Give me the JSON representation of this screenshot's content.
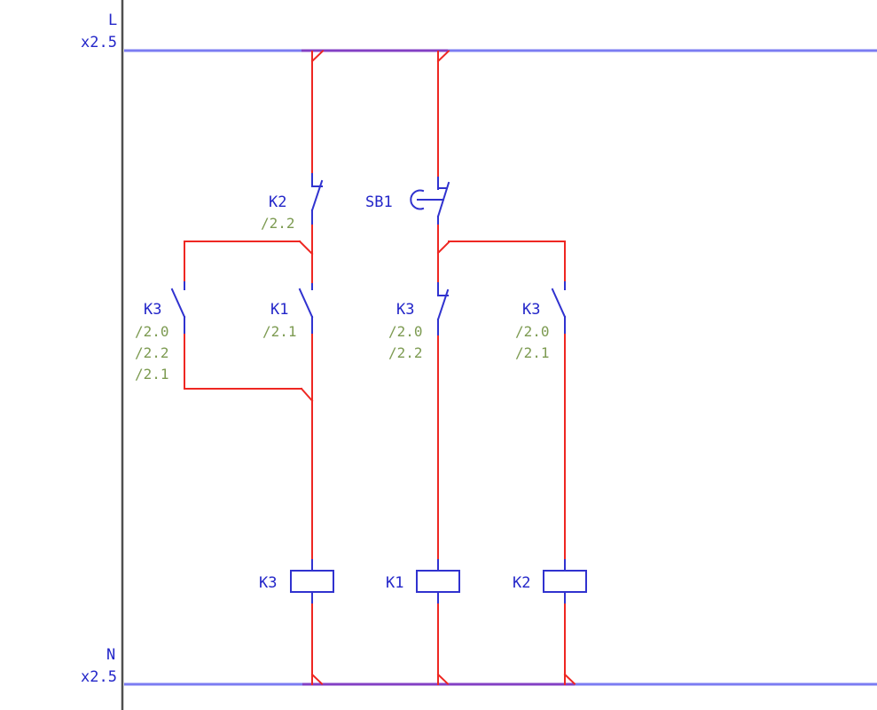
{
  "diagram": {
    "rails": {
      "top": {
        "name": "L",
        "cross_section": "x2.5"
      },
      "bottom": {
        "name": "N",
        "cross_section": "x2.5"
      }
    },
    "contacts": {
      "k2_nc": {
        "label": "K2",
        "refs": [
          "/2.2"
        ]
      },
      "sb1": {
        "label": "SB1",
        "refs": []
      },
      "k3_parallel": {
        "label": "K3",
        "refs": [
          "/2.0",
          "/2.2",
          "/2.1"
        ]
      },
      "k1_no": {
        "label": "K1",
        "refs": [
          "/2.1"
        ]
      },
      "k3_nc": {
        "label": "K3",
        "refs": [
          "/2.0",
          "/2.2"
        ]
      },
      "k3_no_right": {
        "label": "K3",
        "refs": [
          "/2.0",
          "/2.1"
        ]
      }
    },
    "coils": {
      "k3": {
        "label": "K3"
      },
      "k1": {
        "label": "K1"
      },
      "k2": {
        "label": "K2"
      }
    }
  },
  "colors": {
    "wire_red": "#ee2722",
    "component_blue": "#3032cf",
    "label_blue": "#2326c9",
    "rail_blue": "#7b7cf2",
    "overlap_purple": "#8340c4",
    "reference_green": "#7d9b52",
    "frame_gray": "#4f4f4f",
    "background": "#ffffff"
  }
}
